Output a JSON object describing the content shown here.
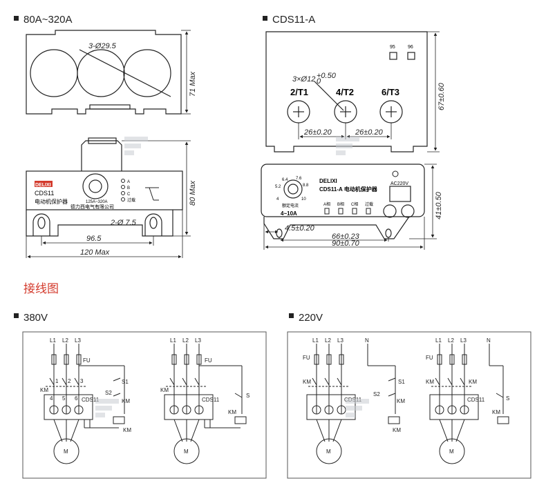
{
  "headings": {
    "sec1": "80A~320A",
    "sec2": "CDS11-A",
    "wiring": "接线图",
    "v380": "380V",
    "v220": "220V"
  },
  "top_left": {
    "hole_label": "3-Ø29.5",
    "height_71": "71 Max",
    "height_80": "80 Max",
    "hole_2": "2-Ø 7.5",
    "width_96": "96.5",
    "width_120": "120 Max",
    "brand": "DELIXI",
    "model": "CDS11",
    "name": "电动机保护器",
    "range": "125A~320A",
    "maker": "德力西电气有限公司",
    "leds": [
      "A",
      "B",
      "C",
      "过载"
    ]
  },
  "top_right": {
    "t95": "95",
    "t96": "96",
    "holes": "3×Ø12",
    "tol_up": "+0.50",
    "tol_dn": "0",
    "term1": "2/T1",
    "term2": "4/T2",
    "term3": "6/T3",
    "pitch1": "26±0.20",
    "pitch2": "26±0.20",
    "height_67": "67±0.60",
    "height_41": "41±0.50",
    "brand": "DELIXI",
    "title": "CDS11-A 电动机保护器",
    "ac": "AC220V",
    "dial_vals": [
      "6.4",
      "7.6",
      "5.2",
      "8.8",
      "4",
      "10"
    ],
    "current_label": "额定电流",
    "current_range": "4~10A",
    "leds": [
      "A相",
      "B相",
      "C相",
      "过载"
    ],
    "d45": "4.5±0.20",
    "d66": "66±0.23",
    "d90": "90±0.70"
  },
  "diagram380": {
    "L1": "L1",
    "L2": "L2",
    "L3": "L3",
    "FU": "FU",
    "KM": "KM",
    "CDS11": "CDS11",
    "S1": "S1",
    "S2": "S2",
    "S": "S",
    "M": "M",
    "t1": "1",
    "t2": "2",
    "t3": "3",
    "t4": "4",
    "t5": "5",
    "t6": "6"
  },
  "diagram220": {
    "L1": "L1",
    "L2": "L2",
    "L3": "L3",
    "N": "N",
    "FU": "FU",
    "KM": "KM",
    "CDS11": "CDS11",
    "S1": "S1",
    "S2": "S2",
    "S": "S",
    "M": "M"
  },
  "colors": {
    "wire": "#222222",
    "accent": "#d33a2c",
    "watermark": "#c9cdd3"
  }
}
